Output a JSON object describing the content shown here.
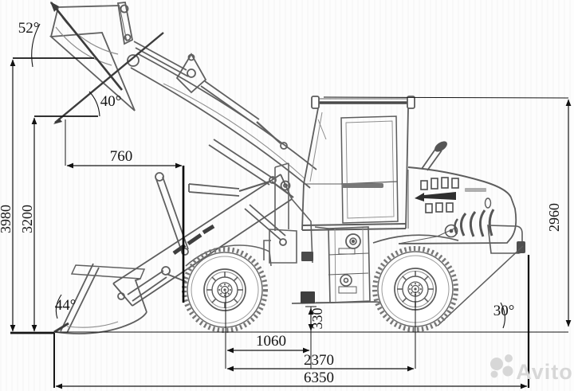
{
  "diagram": {
    "type": "technical-drawing",
    "subject": "wheel loader side view with dimensions",
    "angles": {
      "bucket_dump_top": "52°",
      "bucket_rollback_lift": "40°",
      "bucket_rollback_ground": "44°",
      "departure_angle": "30°"
    },
    "dimensions": {
      "dump_reach": "760",
      "max_lift_height": "3980",
      "dump_height": "3200",
      "overall_height": "2960",
      "ground_clearance": "330",
      "axle_to_hitch": "1060",
      "wheelbase": "2370",
      "overall_length": "6350"
    },
    "watermark": {
      "brand": "Avito"
    }
  }
}
